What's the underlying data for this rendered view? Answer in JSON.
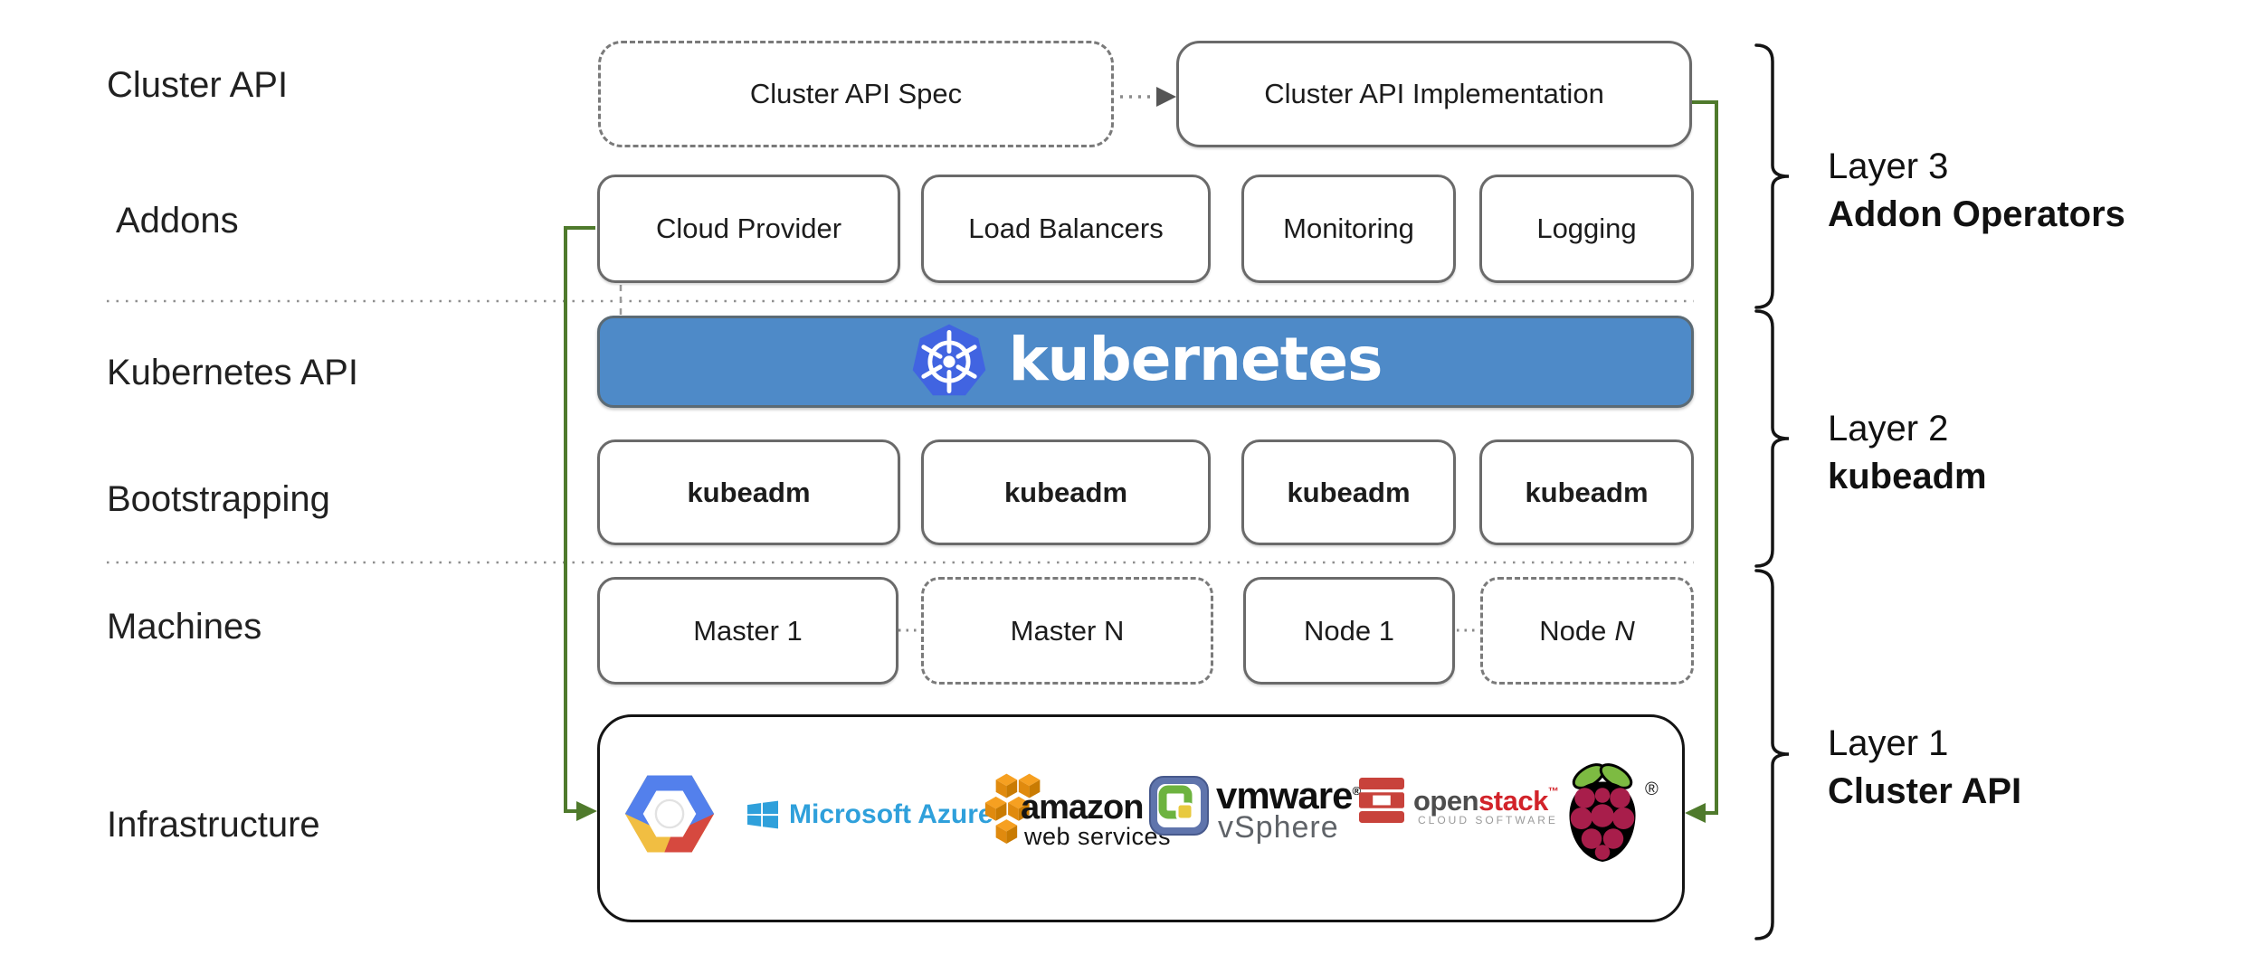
{
  "row_labels": {
    "cluster_api": "Cluster API",
    "addons": "Addons",
    "kubernetes_api": "Kubernetes API",
    "bootstrapping": "Bootstrapping",
    "machines": "Machines",
    "infrastructure": "Infrastructure"
  },
  "top_row": {
    "spec_label": "Cluster API Spec",
    "impl_label": "Cluster API Implementation"
  },
  "addons_row": {
    "items": [
      "Cloud Provider",
      "Load Balancers",
      "Monitoring",
      "Logging"
    ]
  },
  "kubernetes_banner": {
    "label": "kubernetes",
    "logo": "kubernetes-wheel-icon"
  },
  "bootstrap_row": {
    "items": [
      "kubeadm",
      "kubeadm",
      "kubeadm",
      "kubeadm"
    ]
  },
  "machines_row": {
    "items": [
      {
        "label": "Master 1",
        "style": "solid"
      },
      {
        "label": "Master N",
        "style": "dashed"
      },
      {
        "label": "Node 1",
        "style": "solid"
      },
      {
        "label": "Node",
        "suffix_italic": "N",
        "style": "dashed"
      }
    ]
  },
  "infrastructure_row": {
    "gcp": {
      "name": "Google Cloud Platform"
    },
    "azure": {
      "name": "Microsoft Azure",
      "text": "Microsoft Azure"
    },
    "aws": {
      "name": "Amazon Web Services",
      "line1": "amazon",
      "line2": "web services"
    },
    "vmware": {
      "name": "VMware vSphere",
      "line1": "vmware",
      "reg": "®",
      "line2": "vSphere"
    },
    "openstack": {
      "name": "OpenStack",
      "part1": "open",
      "part2": "stack",
      "tm": "™",
      "sub": "CLOUD SOFTWARE"
    },
    "raspberrypi": {
      "name": "Raspberry Pi",
      "reg": "®"
    }
  },
  "layer_annotations": [
    {
      "line1": "Layer 3",
      "line2": "Addon Operators"
    },
    {
      "line1": "Layer 2",
      "line2": "kubeadm"
    },
    {
      "line1": "Layer 1",
      "line2": "Cluster API"
    }
  ],
  "colors": {
    "connector_green": "#4F7A2C",
    "box_border_gray": "#6A6A6A",
    "separator_gray": "#8F8F8F",
    "banner_blue": "#4E8AC8",
    "k8s_logo_blue": "#4164E1",
    "azure_blue": "#2FA0DB",
    "aws_orange": "#F6A021",
    "openstack_red": "#C8423B",
    "openstack_text_red": "#D2232A",
    "raspberry_crimson": "#A81E4B",
    "leaf_green": "#7DBB42",
    "text_black": "#1C1C1C"
  }
}
